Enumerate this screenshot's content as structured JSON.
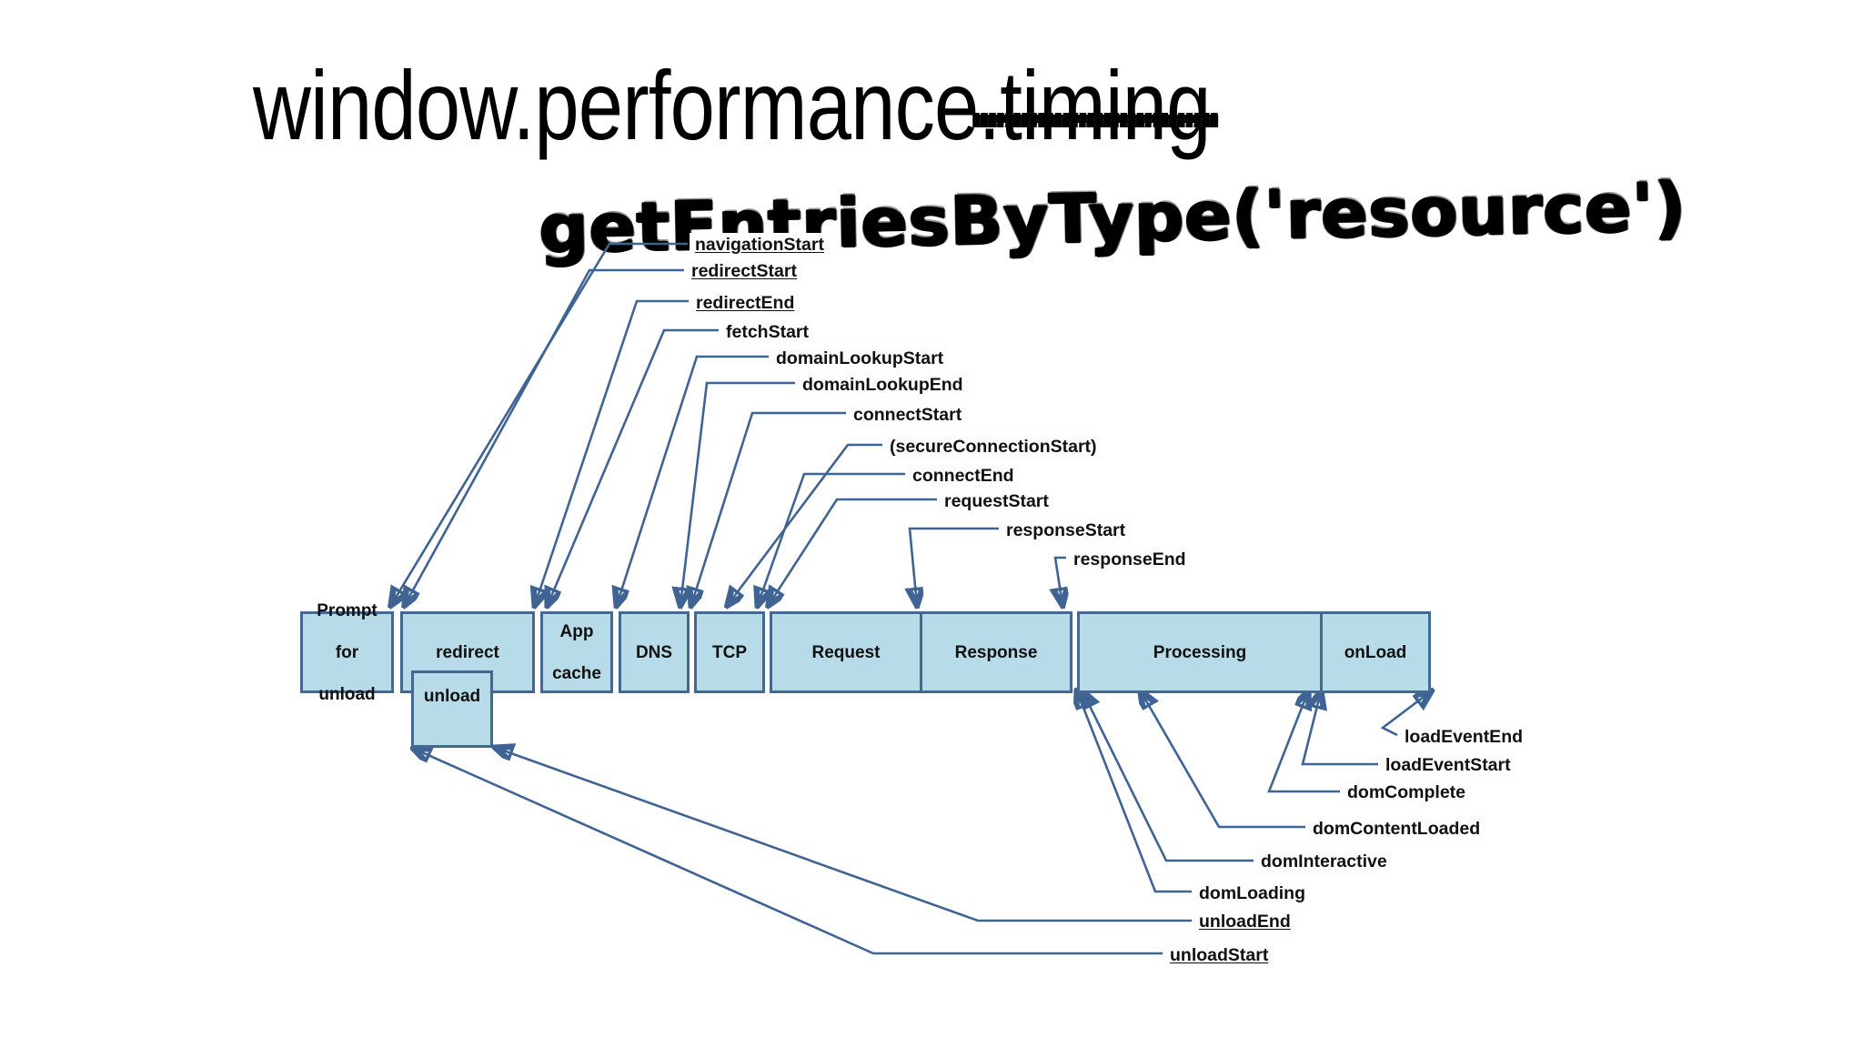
{
  "title": {
    "prefix": "window.performance",
    "struck": ".timing",
    "struck_note": "crossed-out-by-hand"
  },
  "annotation": {
    "handwritten": "getEntriesByType('resource')"
  },
  "colors": {
    "segment_fill": "#b7dbe8",
    "segment_border": "#44688f",
    "leader_line": "#3f6493",
    "text": "#111111",
    "background": "#ffffff"
  },
  "timeline": {
    "segments": [
      {
        "id": "prompt-for-unload",
        "label": "Prompt for unload",
        "lines": [
          "Prompt",
          "for",
          "unload"
        ]
      },
      {
        "id": "redirect",
        "label": "redirect",
        "lines": [
          "redirect"
        ]
      },
      {
        "id": "app-cache",
        "label": "App cache",
        "lines": [
          "App",
          "cache"
        ]
      },
      {
        "id": "dns",
        "label": "DNS",
        "lines": [
          "DNS"
        ]
      },
      {
        "id": "tcp",
        "label": "TCP",
        "lines": [
          "TCP"
        ]
      },
      {
        "id": "request",
        "label": "Request",
        "lines": [
          "Request"
        ]
      },
      {
        "id": "response",
        "label": "Response",
        "lines": [
          "Response"
        ]
      },
      {
        "id": "processing",
        "label": "Processing",
        "lines": [
          "Processing"
        ]
      },
      {
        "id": "onload",
        "label": "onLoad",
        "lines": [
          "onLoad"
        ]
      }
    ],
    "sub_segment": {
      "id": "unload",
      "label": "unload"
    }
  },
  "marks_top": [
    {
      "id": "navigationStart",
      "label": "navigationStart",
      "underlined": true
    },
    {
      "id": "redirectStart",
      "label": "redirectStart",
      "underlined": true
    },
    {
      "id": "redirectEnd",
      "label": "redirectEnd",
      "underlined": true
    },
    {
      "id": "fetchStart",
      "label": "fetchStart",
      "underlined": false
    },
    {
      "id": "domainLookupStart",
      "label": "domainLookupStart",
      "underlined": false
    },
    {
      "id": "domainLookupEnd",
      "label": "domainLookupEnd",
      "underlined": false
    },
    {
      "id": "connectStart",
      "label": "connectStart",
      "underlined": false
    },
    {
      "id": "secureConnectionStart",
      "label": "(secureConnectionStart)",
      "underlined": false
    },
    {
      "id": "connectEnd",
      "label": "connectEnd",
      "underlined": false
    },
    {
      "id": "requestStart",
      "label": "requestStart",
      "underlined": false
    },
    {
      "id": "responseStart",
      "label": "responseStart",
      "underlined": false
    },
    {
      "id": "responseEnd",
      "label": "responseEnd",
      "underlined": false
    }
  ],
  "marks_bottom": [
    {
      "id": "loadEventEnd",
      "label": "loadEventEnd",
      "underlined": false
    },
    {
      "id": "loadEventStart",
      "label": "loadEventStart",
      "underlined": false
    },
    {
      "id": "domComplete",
      "label": "domComplete",
      "underlined": false
    },
    {
      "id": "domContentLoaded",
      "label": "domContentLoaded",
      "underlined": false
    },
    {
      "id": "domInteractive",
      "label": "domInteractive",
      "underlined": false
    },
    {
      "id": "domLoading",
      "label": "domLoading",
      "underlined": false
    },
    {
      "id": "unloadEnd",
      "label": "unloadEnd",
      "underlined": true
    },
    {
      "id": "unloadStart",
      "label": "unloadStart",
      "underlined": true
    }
  ]
}
